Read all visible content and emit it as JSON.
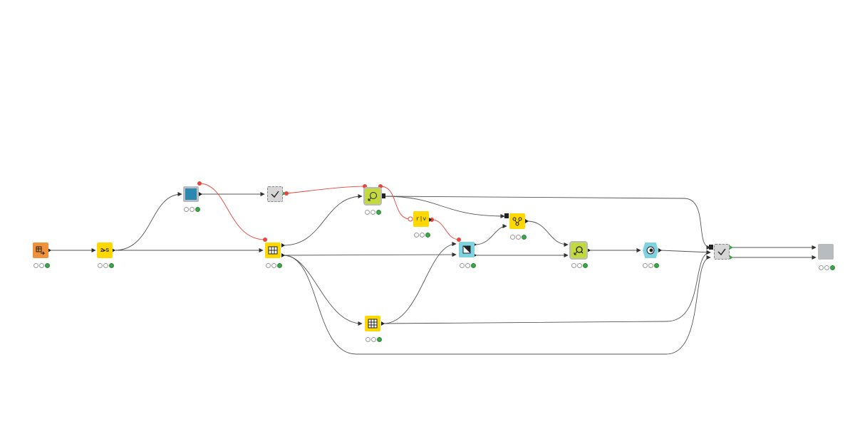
{
  "colors": {
    "canvas": "#ffffff",
    "connection": "#555555",
    "flow_variable": "#e8453c",
    "source": "#f0913b",
    "manipulator": "#ffd800",
    "learner": "#c4d93d",
    "predictor": "#7fd3e0",
    "component": "#b9bcbf",
    "status_green": "#3fa34d"
  },
  "workflow": {
    "nodes": [
      {
        "id": "n1",
        "kind": "source",
        "icon": "table-reader-icon",
        "status": "executed"
      },
      {
        "id": "n2",
        "kind": "manipulator",
        "icon": "number-to-string-icon",
        "label": "2▸S",
        "status": "executed"
      },
      {
        "id": "n3",
        "kind": "component",
        "icon": "component-blue-icon",
        "status": "executed"
      },
      {
        "id": "n4",
        "kind": "metanode",
        "icon": "checkmark-icon",
        "status": "none"
      },
      {
        "id": "n5",
        "kind": "manipulator",
        "icon": "partitioning-icon",
        "status": "executed"
      },
      {
        "id": "n6",
        "kind": "learner",
        "icon": "loop-learner-icon",
        "status": "executed"
      },
      {
        "id": "n7",
        "kind": "manipulator",
        "icon": "table-to-variable-icon",
        "status": "executed"
      },
      {
        "id": "n8",
        "kind": "manipulator",
        "icon": "network-icon",
        "status": "executed"
      },
      {
        "id": "n9",
        "kind": "predictor",
        "icon": "predictor-icon",
        "status": "executed"
      },
      {
        "id": "n10",
        "kind": "learner",
        "icon": "search-learner-icon",
        "status": "executed"
      },
      {
        "id": "n11",
        "kind": "predictor",
        "icon": "scorer-icon",
        "status": "executed"
      },
      {
        "id": "n12",
        "kind": "manipulator",
        "icon": "grid-table-icon",
        "status": "executed"
      },
      {
        "id": "n13",
        "kind": "metanode",
        "icon": "checkmark-icon",
        "status": "none"
      },
      {
        "id": "n14",
        "kind": "component",
        "icon": "component-gray-icon",
        "status": "executed"
      }
    ]
  }
}
